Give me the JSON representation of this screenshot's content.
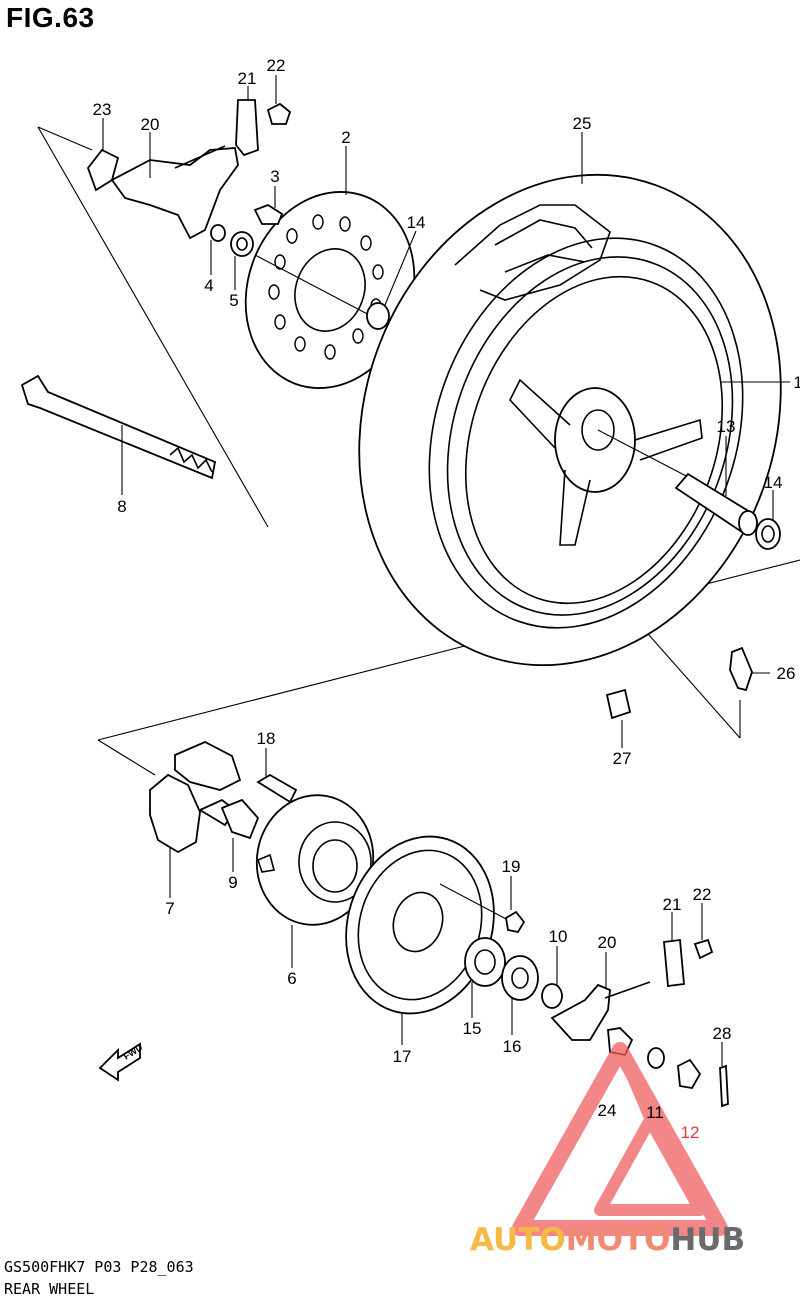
{
  "title": "FIG.63",
  "callouts": {
    "c1": "1",
    "c2": "2",
    "c3": "3",
    "c4": "4",
    "c5": "5",
    "c6": "6",
    "c7": "7",
    "c8": "8",
    "c9": "9",
    "c10": "10",
    "c11": "11",
    "c12": "12",
    "c13": "13",
    "c14a": "14",
    "c14b": "14",
    "c15": "15",
    "c16": "16",
    "c17": "17",
    "c18": "18",
    "c19": "19",
    "c20a": "20",
    "c20b": "20",
    "c21a": "21",
    "c21b": "21",
    "c22a": "22",
    "c22b": "22",
    "c23": "23",
    "c24": "24",
    "c25": "25",
    "c26": "26",
    "c27": "27",
    "c28": "28"
  },
  "fwd_label": "FWD",
  "footer": {
    "line1": "GS500FHK7 P03 P28_063",
    "line2": "REAR WHEEL"
  },
  "watermark": {
    "part1": "AUTO",
    "part2": "MOTO",
    "part3": "HUB"
  },
  "colors": {
    "watermark_red": "#f06060",
    "watermark_orange": "#f5b946",
    "watermark_gray": "#6b6b6b"
  }
}
